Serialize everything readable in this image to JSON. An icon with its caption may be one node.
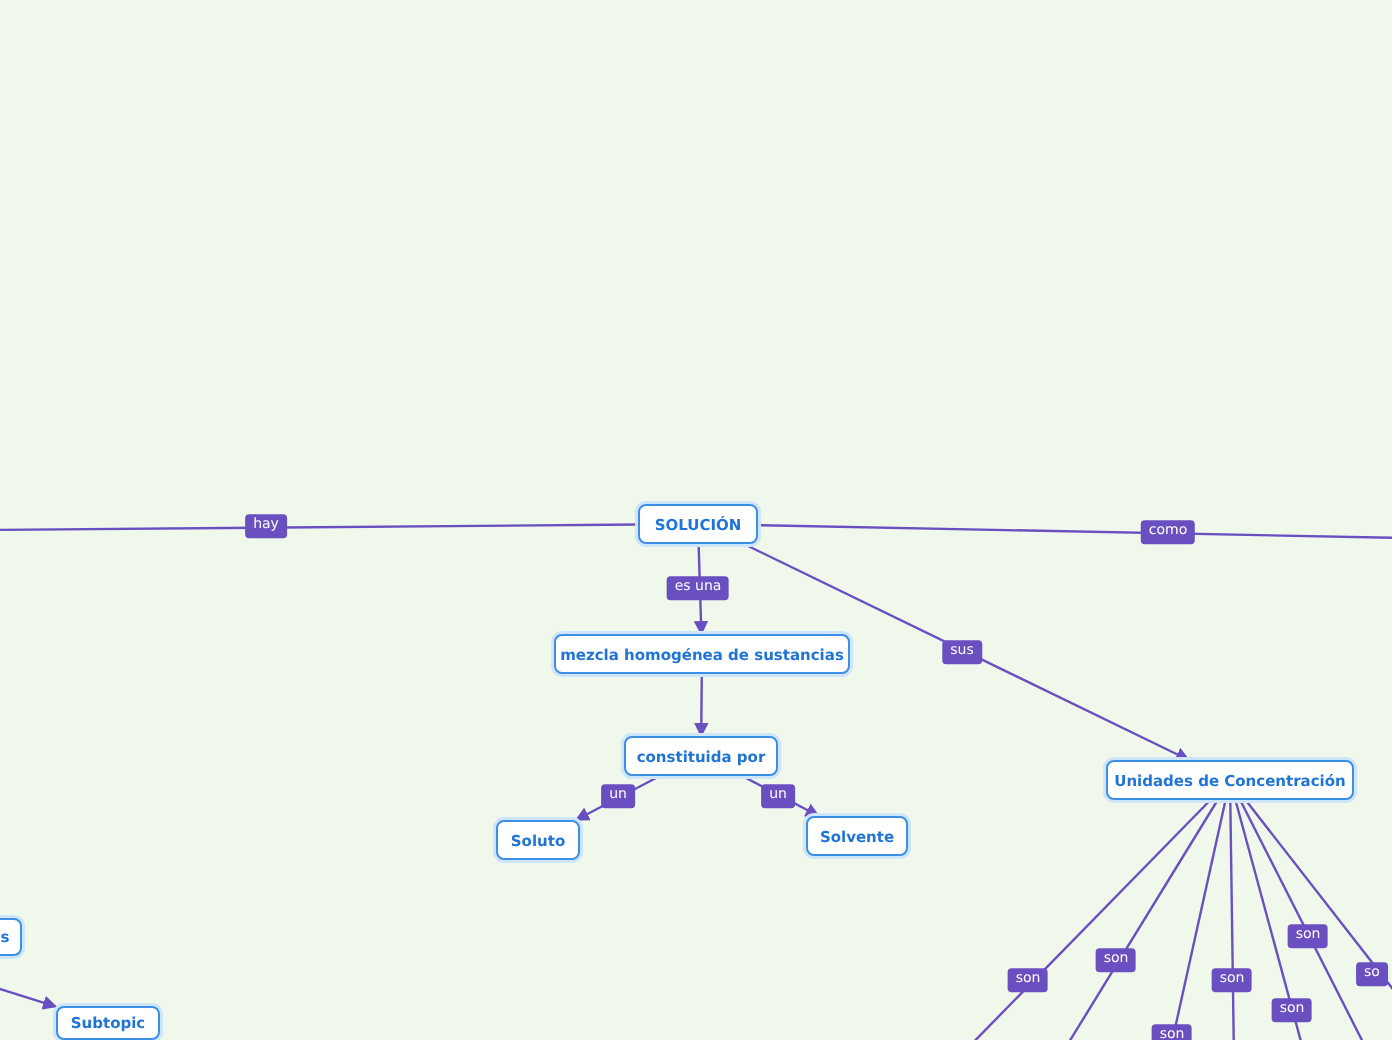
{
  "diagram": {
    "nodes": [
      {
        "text": [
          "SOLUCIÓN"
        ]
      },
      {
        "text": [
          "mezcla homogénea de sustancias"
        ]
      },
      {
        "text": [
          "constituida por"
        ]
      },
      {
        "text": [
          "Soluto"
        ]
      },
      {
        "text": [
          "Solvente"
        ]
      },
      {
        "text": [
          "Unidades de Concentración"
        ]
      },
      {
        "text": [
          "s"
        ]
      },
      {
        "text": [
          "Subtopic"
        ]
      }
    ],
    "edges": [
      {
        "from": 0,
        "to": 1,
        "arrow": "to",
        "label": "es una"
      },
      {
        "from": 1,
        "to": 2,
        "arrow": "to"
      },
      {
        "from": 2,
        "to": 3,
        "arrow": "to",
        "label": "un"
      },
      {
        "from": 2,
        "to": 4,
        "arrow": "to",
        "label": "un"
      },
      {
        "from": 0,
        "to": 5,
        "arrow": "to",
        "label": "sus"
      },
      {
        "from": 0,
        "to": null,
        "arrow": "none",
        "label": "hay"
      },
      {
        "from": 0,
        "to": null,
        "arrow": "none",
        "label": "como"
      },
      {
        "from": 5,
        "to": null,
        "arrow": "none",
        "label": "son"
      },
      {
        "from": 5,
        "to": null,
        "arrow": "none",
        "label": "son"
      },
      {
        "from": 5,
        "to": null,
        "arrow": "none",
        "label": "son"
      },
      {
        "from": 5,
        "to": null,
        "arrow": "none",
        "label": "son"
      },
      {
        "from": 5,
        "to": null,
        "arrow": "none",
        "label": "son"
      },
      {
        "from": 5,
        "to": null,
        "arrow": "none",
        "label": "son"
      },
      {
        "from": 5,
        "to": null,
        "arrow": "none",
        "label": "so"
      },
      {
        "from": null,
        "to": 7,
        "arrow": "to"
      }
    ]
  }
}
